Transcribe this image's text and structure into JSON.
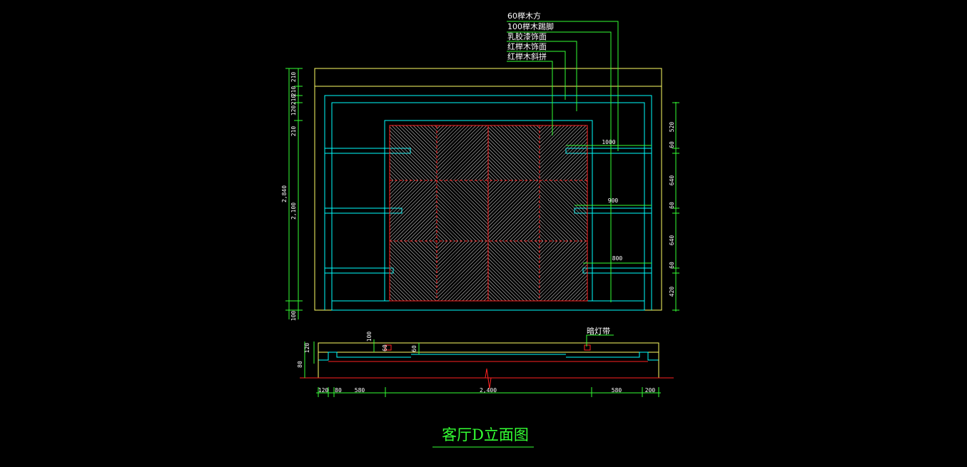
{
  "title": "客厅D立面图",
  "colors": {
    "background": "#000000",
    "outline": "#ffff66",
    "frame": "#00ffff",
    "dimension": "#33ff33",
    "accent": "#ff2222",
    "hatch": "#cccccc",
    "text": "#ffffff"
  },
  "callouts": [
    "60榉木方",
    "100榉木踢脚",
    "乳胶漆饰面",
    "红榉木饰面",
    "红榉木斜拼"
  ],
  "plan_label": "暗灯带",
  "dims": {
    "left": [
      "2,840",
      "2,100",
      "210",
      "210",
      "210",
      "120",
      "210",
      "100"
    ],
    "right": [
      "520",
      "60",
      "640",
      "60",
      "640",
      "60",
      "420"
    ],
    "shelf": [
      "1000",
      "900",
      "800"
    ],
    "plan_vertical": [
      "120",
      "80",
      "100",
      "60",
      "60"
    ],
    "bottom": [
      "120",
      "80",
      "580",
      "2,400",
      "580",
      "200"
    ]
  }
}
